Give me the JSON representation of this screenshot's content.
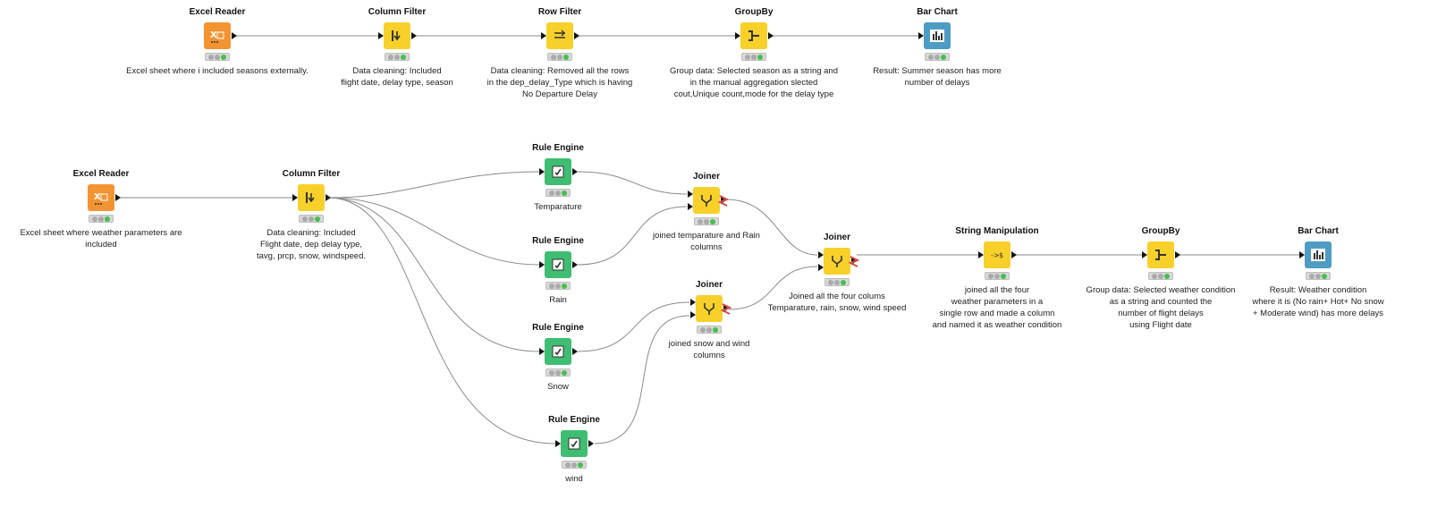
{
  "workflow": {
    "nodes": {
      "n1": {
        "title": "Excel Reader",
        "desc": [
          "Excel sheet where i included  seasons externally."
        ]
      },
      "n2": {
        "title": "Column Filter",
        "desc": [
          "Data cleaning: Included",
          "flight date, delay type, season"
        ]
      },
      "n3": {
        "title": "Row Filter",
        "desc": [
          "Data cleaning: Removed all the rows",
          "in the dep_delay_Type which is having",
          "No Departure Delay"
        ]
      },
      "n4": {
        "title": "GroupBy",
        "desc": [
          "Group data: Selected season as a string and",
          "in the manual aggregation slected",
          "cout,Unique count,mode for the delay type"
        ]
      },
      "n5": {
        "title": "Bar Chart",
        "desc": [
          "Result: Summer season has more",
          "number of delays"
        ]
      },
      "n6": {
        "title": "Excel Reader",
        "desc": [
          "Excel sheet where weather parameters are",
          "included"
        ]
      },
      "n7": {
        "title": "Column Filter",
        "desc": [
          "Data cleaning: Included",
          "Flight date, dep delay type,",
          "tavg, prcp, snow, windspeed."
        ]
      },
      "n8": {
        "title": "Rule Engine",
        "desc": [
          "Temparature"
        ]
      },
      "n9": {
        "title": "Rule Engine",
        "desc": [
          "Rain"
        ]
      },
      "n10": {
        "title": "Rule Engine",
        "desc": [
          "Snow"
        ]
      },
      "n11": {
        "title": "Rule Engine",
        "desc": [
          "wind"
        ]
      },
      "n12": {
        "title": "Joiner",
        "desc": [
          "joined temparature and Rain",
          "columns"
        ]
      },
      "n13": {
        "title": "Joiner",
        "desc": [
          "joined snow and wind",
          "columns"
        ]
      },
      "n14": {
        "title": "Joiner",
        "desc": [
          "Joined all the four colums",
          "Temparature, rain, snow, wind speed"
        ]
      },
      "n15": {
        "title": "String Manipulation",
        "desc": [
          "joined all the four",
          "weather parameters in a",
          "single row and made a column",
          "and named it as weather condition"
        ]
      },
      "n16": {
        "title": "GroupBy",
        "desc": [
          "Group data: Selected weather condition",
          "as a string and counted the",
          "number of flight delays",
          "using Flight date"
        ]
      },
      "n17": {
        "title": "Bar Chart",
        "desc": [
          "Result: Weather condition",
          "where it is (No rain+ Hot+ No snow",
          "+ Moderate wind) has more delays"
        ]
      }
    }
  },
  "colors": {
    "reader": "#f39433",
    "manipulator": "#f8d02a",
    "rule_engine": "#3fbd72",
    "view": "#4e9cc4",
    "edge": "#8a8a8a",
    "status_green": "#44c04d"
  },
  "icons": {
    "reader": "excel-reader-icon",
    "column_filter": "column-filter-icon",
    "row_filter": "row-filter-icon",
    "groupby": "groupby-icon",
    "bar_chart": "bar-chart-icon",
    "rule_engine": "rule-engine-icon",
    "joiner": "joiner-icon",
    "string_manipulation": "string-manipulation-icon"
  }
}
